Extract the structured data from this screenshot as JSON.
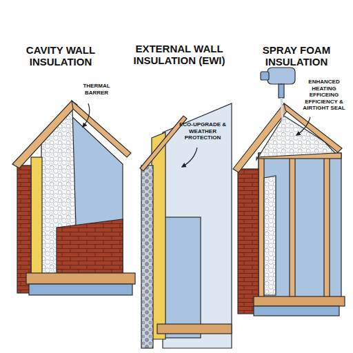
{
  "diagram": {
    "labels": [
      "CAVITY WALL INSULATION",
      "THERMAL BARRER",
      "EXTERNAL WALL INSULATION (EWI)",
      "ECO-UPGRADE & WEATHER PROTECTION",
      "SPRAY FOAM INSULATION",
      "ENHANCED HEATING EFFICEING EFFICIENCY & AIRTIGHT SEAL"
    ]
  }
}
